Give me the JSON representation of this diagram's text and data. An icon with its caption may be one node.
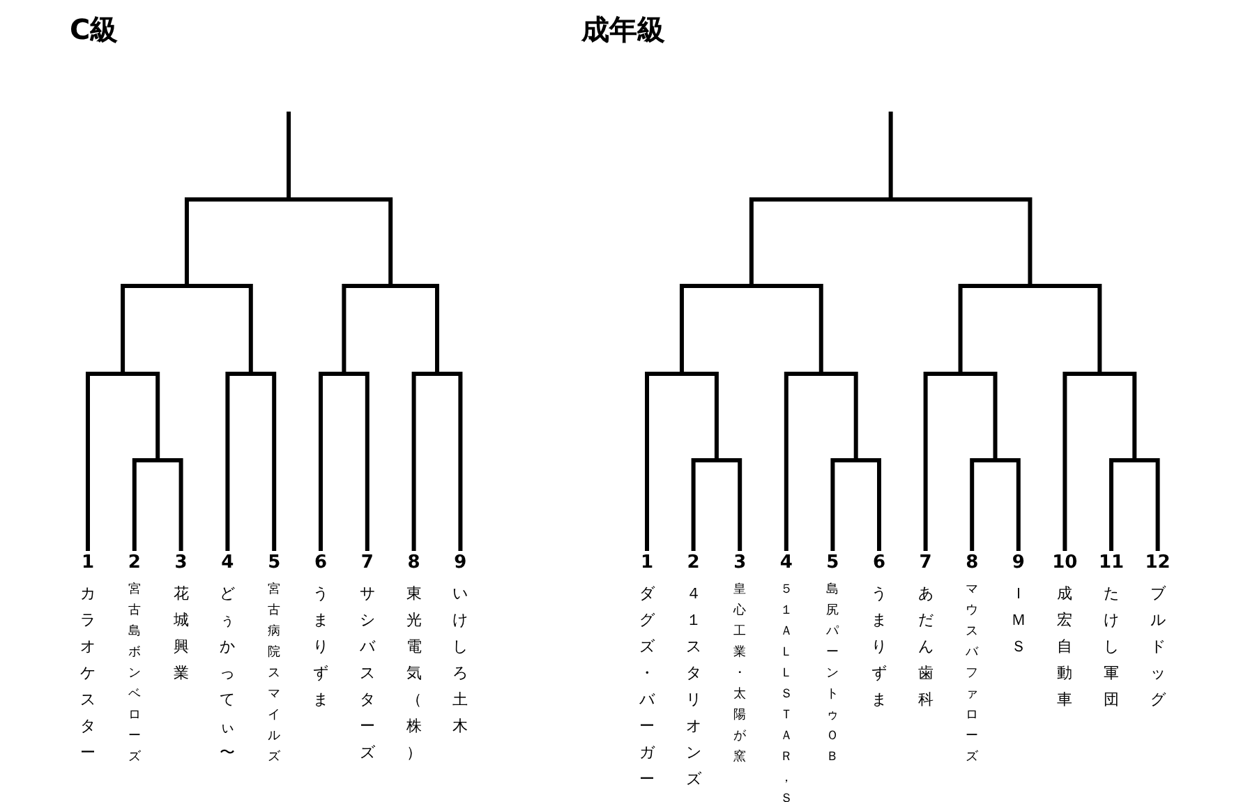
{
  "diagram": {
    "nodes": [
      {
        "text": [
          "C級"
        ]
      },
      {
        "text": [
          "1",
          "カラオケスター"
        ],
        "in": 0
      },
      {
        "text": [
          "2",
          "宮古島ボンベローズ"
        ],
        "in": 0
      },
      {
        "text": [
          "3",
          "花城興業"
        ],
        "in": 0
      },
      {
        "text": [
          "4",
          "どぅかってぃ〜"
        ],
        "in": 0
      },
      {
        "text": [
          "5",
          "宮古病院スマイルズ"
        ],
        "in": 0
      },
      {
        "text": [
          "6",
          "うまりずま"
        ],
        "in": 0
      },
      {
        "text": [
          "7",
          "サシバスターズ"
        ],
        "in": 0
      },
      {
        "text": [
          "8",
          "東光電気（株）"
        ],
        "in": 0
      },
      {
        "text": [
          "9",
          "いけしろ土木"
        ],
        "in": 0
      },
      {
        "text": [
          "成年級"
        ]
      },
      {
        "text": [
          "1",
          "ダグズ・バーガー"
        ],
        "in": 10
      },
      {
        "text": [
          "2",
          "４１スタリオンズ"
        ],
        "in": 10
      },
      {
        "text": [
          "3",
          "皇心工業・太陽が窯"
        ],
        "in": 10
      },
      {
        "text": [
          "4",
          "５１ＡＬＬＳＴＡＲ，Ｓ"
        ],
        "in": 10
      },
      {
        "text": [
          "5",
          "島尻パーントゥＯＢ"
        ],
        "in": 10
      },
      {
        "text": [
          "6",
          "うまりずま"
        ],
        "in": 10
      },
      {
        "text": [
          "7",
          "あだん歯科"
        ],
        "in": 10
      },
      {
        "text": [
          "8",
          "マウスバファローズ"
        ],
        "in": 10
      },
      {
        "text": [
          "9",
          "ＩＭＳ"
        ],
        "in": 10
      },
      {
        "text": [
          "10",
          "成宏自動車"
        ],
        "in": 10
      },
      {
        "text": [
          "11",
          "たけし軍団"
        ],
        "in": 10
      },
      {
        "text": [
          "12",
          "ブルドッグ"
        ],
        "in": 10
      }
    ]
  }
}
